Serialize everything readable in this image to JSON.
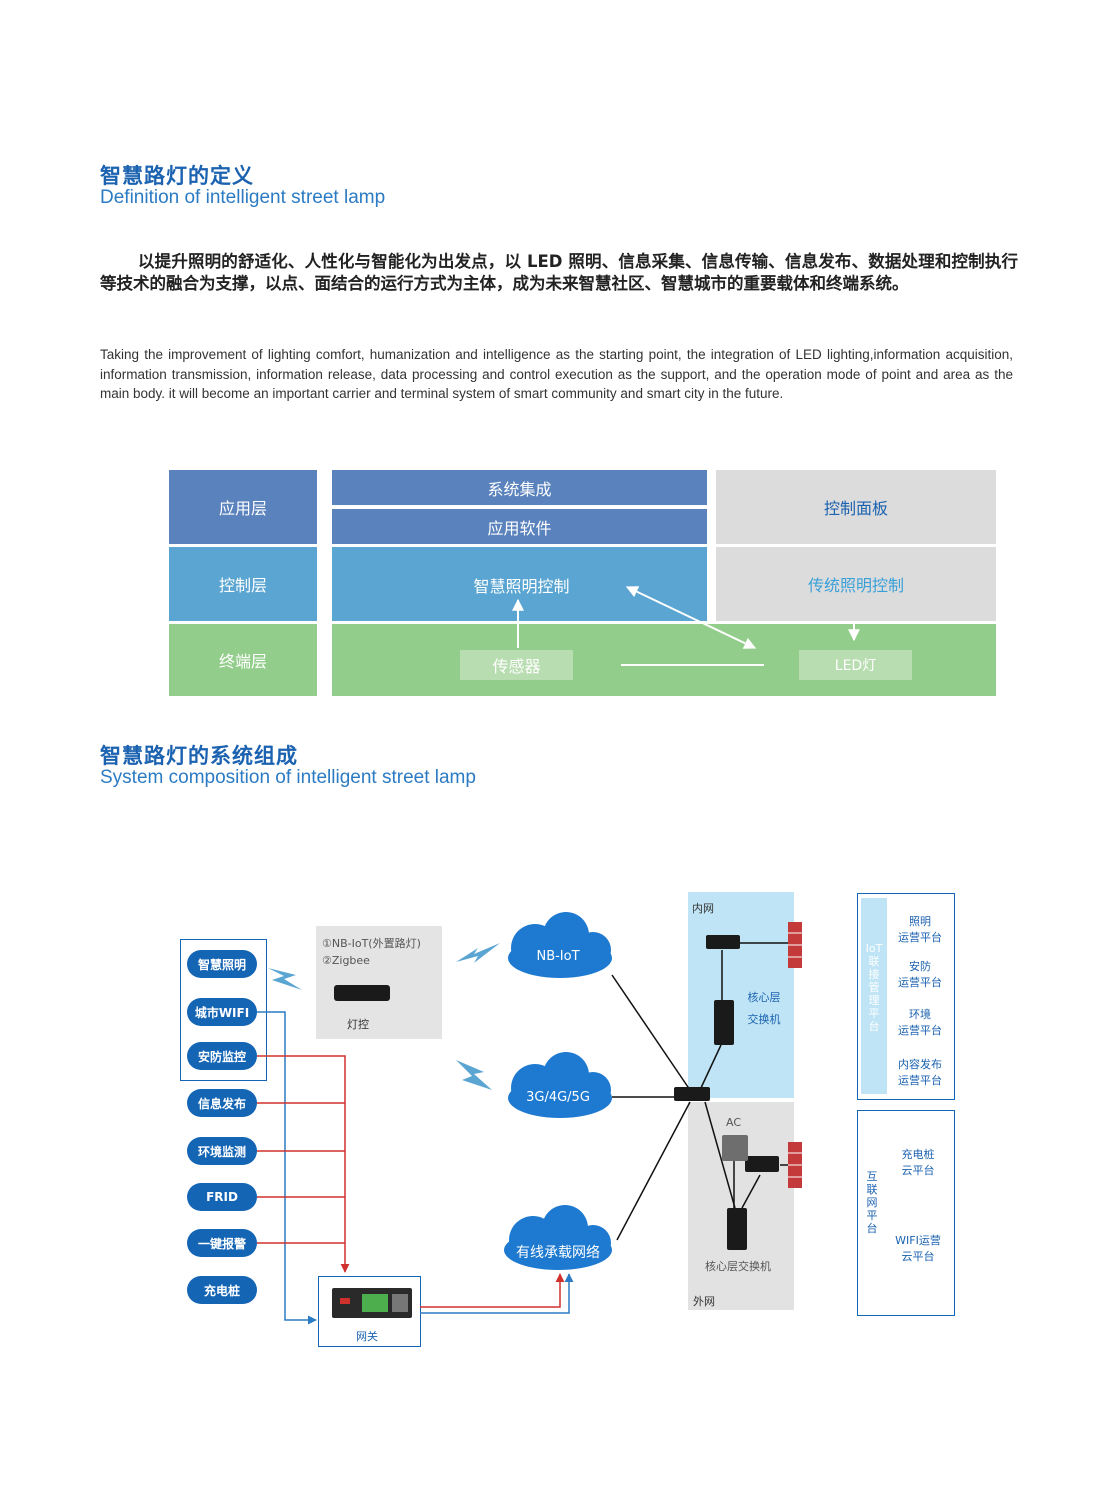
{
  "section1": {
    "title_cn": "智慧路灯的定义",
    "title_en": "Definition of intelligent street lamp",
    "para_cn": "以提升照明的舒适化、人性化与智能化为出发点，以 LED 照明、信息采集、信息传输、信息发布、数据处理和控制执行等技术的融合为支撑，以点、面结合的运行方式为主体，成为未来智慧社区、智慧城市的重要载体和终端系统。",
    "para_en": "Taking the improvement of lighting comfort, humanization and intelligence as the starting point, the integration of LED lighting,information acquisition, information transmission, information release, data processing and control execution as the support, and the operation mode of point and area as the main body. it will become an important carrier and terminal system of smart community and smart city in the future."
  },
  "layers": {
    "app_layer": "应用层",
    "control_layer": "控制层",
    "terminal_layer": "终端层",
    "system_integration": "系统集成",
    "app_software": "应用软件",
    "control_panel": "控制面板",
    "smart_lighting_control": "智慧照明控制",
    "traditional_lighting_control": "传统照明控制",
    "sensor": "传感器",
    "led_lamp": "LED灯"
  },
  "section2": {
    "title_cn": "智慧路灯的系统组成",
    "title_en": "System composition of intelligent street lamp"
  },
  "system": {
    "terminals": [
      "智慧照明",
      "城市WIFI",
      "安防监控",
      "信息发布",
      "环境监测",
      "FRID",
      "一键报警",
      "充电桩"
    ],
    "wireless_opt1": "①NB-IoT(外置路灯)",
    "wireless_opt2": "②Zigbee",
    "light_control": "灯控",
    "gateway": "网关",
    "cloud_nbiot": "NB-IoT",
    "cloud_cellular": "3G/4G/5G",
    "cloud_wired": "有线承载网络",
    "intranet": "内网",
    "extranet": "外网",
    "core_switch_a": "核心层",
    "core_switch_b": "交换机",
    "ac": "AC",
    "core_switch_ext": "核心层交换机",
    "iot_platform": "IoT联接管理平台",
    "iot_services": [
      "照明\n运营平台",
      "安防\n运营平台",
      "环境\n运营平台",
      "内容发布\n运营平台"
    ],
    "internet_platform": "互联网平台",
    "internet_services": [
      "充电桩\n云平台",
      "WIFI运营\n云平台"
    ]
  },
  "colors": {
    "brand_blue": "#1b62b0",
    "app_blue": "#5a82bd",
    "control_blue": "#5aa5d2",
    "terminal_green": "#93cd8b",
    "light_gray": "#dcdcdc",
    "red_line": "#d0312d"
  }
}
